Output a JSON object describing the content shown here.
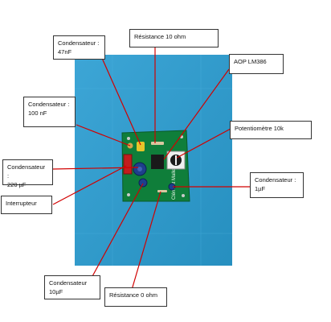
{
  "annotations": [
    {
      "id": "cond-47nf",
      "text": "Condensateur :\n47nF"
    },
    {
      "id": "res-10ohm",
      "text": "Résistance 10 ohm"
    },
    {
      "id": "aop",
      "text": "AOP LM386"
    },
    {
      "id": "cond-100nf",
      "text": "Condensateur :\n100 nF"
    },
    {
      "id": "pot",
      "text": "Potentiomètre 10k"
    },
    {
      "id": "cond-220uf",
      "text": "Condensateur :\n220 µF"
    },
    {
      "id": "cond-1uf",
      "text": "Condensateur :\n1µF"
    },
    {
      "id": "interrupteur",
      "text": "Interrupteur"
    },
    {
      "id": "cond-10uf",
      "text": "Condensateur\n10µF"
    },
    {
      "id": "res-0ohm",
      "text": "Résistance 0 ohm"
    }
  ],
  "pcb_silkscreen": "Clément Mallet",
  "colors": {
    "mat": "#2a9dd2",
    "pcb": "#0f7e3a",
    "leader": "#d10000"
  }
}
